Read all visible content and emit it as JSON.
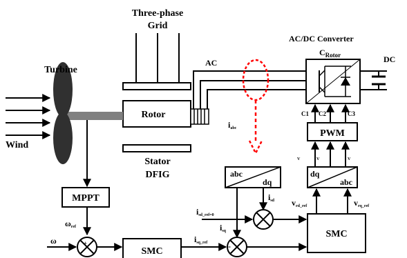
{
  "labels": {
    "grid_line1": "Three-phase",
    "grid_line2": "Grid",
    "converter": "AC/DC Converter",
    "crotor_main": "C",
    "crotor_sub": "Rotor",
    "turbine": "Turbine",
    "wind": "Wind",
    "ac": "AC",
    "dc": "DC",
    "rotor": "Rotor",
    "stator": "Stator",
    "dfig": "DFIG",
    "c1": "C1",
    "c2": "C2",
    "c3": "C3",
    "pwm": "PWM",
    "vra": "V",
    "vrb": "V",
    "vrc": "V",
    "abc1": "abc",
    "dq1": "dq",
    "dq2": "dq",
    "abc2": "abc",
    "iabc_main": "i",
    "iabc_sub": "abc",
    "mppt": "MPPT",
    "omega_ref_main": "ω",
    "omega_ref_sub": "ref",
    "omega": "ω",
    "smc1": "SMC",
    "smc2": "SMC",
    "isd_main": "i",
    "isd_sub": "sd",
    "isd_ref_main": "i",
    "isd_ref_sub": "sd_ref=0",
    "isq_main": "i",
    "isq_sub": "sq",
    "isq_ref_main": "i",
    "isq_ref_sub": "sq_ref",
    "vrd_ref_main": "v",
    "vrd_ref_sub": "rd_ref",
    "vrq_ref_main": "v",
    "vrq_ref_sub": "rq_ref",
    "plus": "+",
    "minus": "-"
  },
  "colors": {
    "line": "#000000",
    "highlight": "#ff0000",
    "shaft": "#808080",
    "turbine_blade": "#303030"
  }
}
